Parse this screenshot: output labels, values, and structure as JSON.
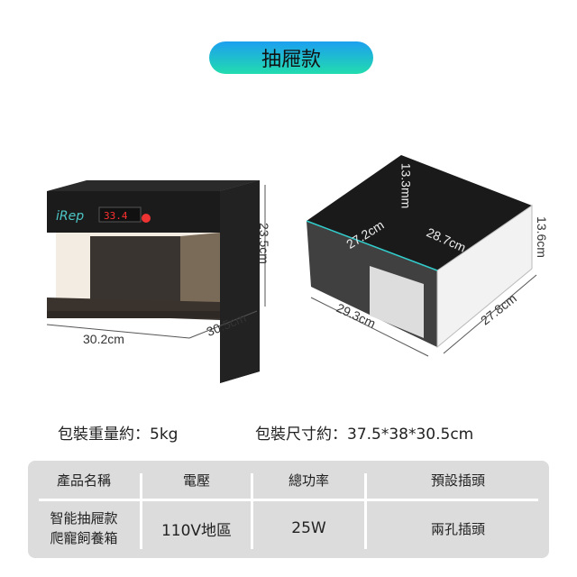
{
  "title": "抽屜款",
  "left_product": {
    "brand": "iRep",
    "display": "33.4",
    "dims": {
      "height": "23.5cm",
      "width": "30.2cm",
      "depth": "30.5cm"
    }
  },
  "right_product": {
    "dims": {
      "wall": "13.3mm",
      "inner_depth": "27.2cm",
      "inner_width": "28.7cm",
      "height": "13.6cm",
      "outer_depth": "29.3cm",
      "outer_width": "27.8cm"
    }
  },
  "package": {
    "weight": "包裝重量約：5kg",
    "size": "包裝尺寸約：37.5*38*30.5cm"
  },
  "table": {
    "headers": [
      "產品名稱",
      "電壓",
      "總功率",
      "預設插頭"
    ],
    "row": [
      "智能抽屜款\n爬寵飼養箱",
      "110V地區",
      "25W",
      "兩孔插頭"
    ]
  }
}
